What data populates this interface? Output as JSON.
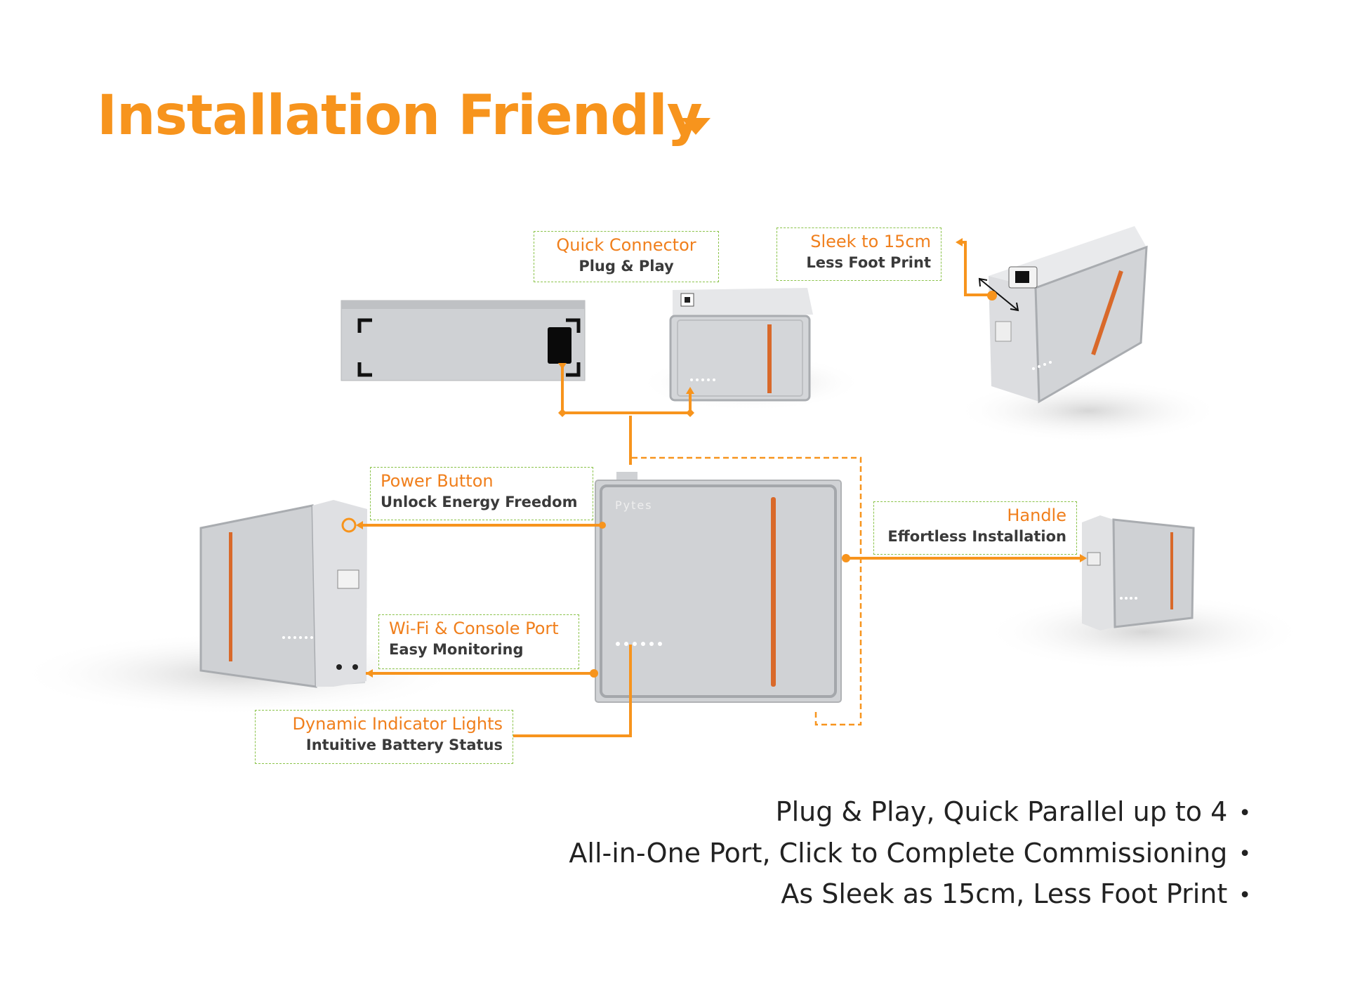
{
  "title": "Installation Friendly",
  "colors": {
    "accent": "#f7941d",
    "callout_border": "#8bc34a",
    "battery_body": "#cfd1d4",
    "battery_edge": "#a9acb0",
    "stripe": "#d9692a"
  },
  "icons": {
    "title_caret": "caret-down-icon",
    "power_button": "power-button-icon",
    "connector": "quick-connector-icon"
  },
  "brand_mark": "Pytes",
  "callouts": {
    "quick_connector": {
      "head": "Quick Connector",
      "sub": "Plug & Play"
    },
    "sleek": {
      "head": "Sleek to 15cm",
      "sub": "Less Foot Print"
    },
    "power_button": {
      "head": "Power Button",
      "sub": "Unlock Energy Freedom"
    },
    "handle": {
      "head": "Handle",
      "sub": "Effortless Installation"
    },
    "wifi": {
      "head": "Wi-Fi & Console Port",
      "sub": "Easy Monitoring"
    },
    "indicator": {
      "head": "Dynamic Indicator Lights",
      "sub": "Intuitive Battery Status"
    }
  },
  "bullets": [
    "Plug & Play, Quick Parallel up to 4",
    "All-in-One Port, Click to Complete Commissioning",
    "As Sleek as 15cm, Less Foot Print"
  ],
  "bullet_symbol": "•"
}
